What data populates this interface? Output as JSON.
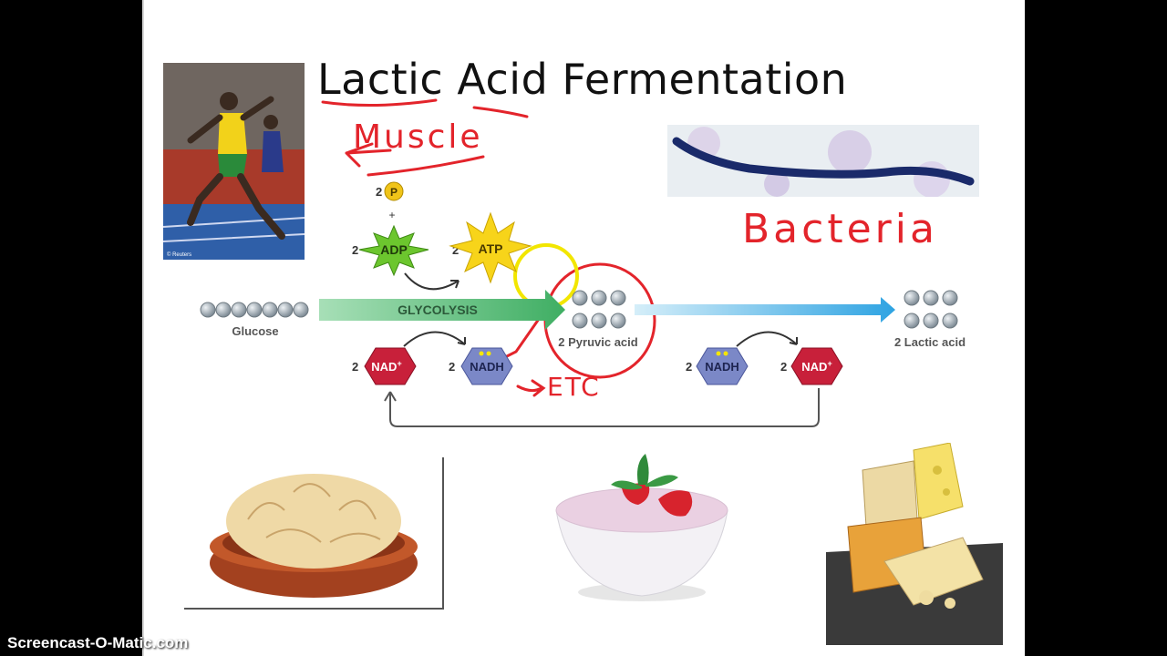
{
  "slide": {
    "title": "Lactic Acid Fermentation",
    "annotations": {
      "muscle": "Muscle",
      "bacteria": "Bacteria",
      "etc": "ETC"
    }
  },
  "diagram": {
    "glucose_label": "Glucose",
    "glycolysis_label": "GLYCOLYSIS",
    "pyruvic_label": "2 Pyruvic acid",
    "lactic_label": "2 Lactic acid",
    "phosphate": {
      "coef": "2",
      "symbol": "P",
      "plus": "+"
    },
    "adp": {
      "coef": "2",
      "label": "ADP"
    },
    "atp": {
      "coef": "2",
      "label": "ATP"
    },
    "nad_left": {
      "coef": "2",
      "label": "NAD",
      "sup": "+"
    },
    "nadh_left": {
      "coef": "2",
      "label": "NADH"
    },
    "nadh_right": {
      "coef": "2",
      "label": "NADH"
    },
    "nad_right": {
      "coef": "2",
      "label": "NAD",
      "sup": "+"
    }
  },
  "photos": {
    "sprinter_credit": "© Reuters"
  },
  "colors": {
    "ink": "#e3242b",
    "highlight": "#f2e600",
    "glycolysis": "#5fbf7e",
    "fermentation": "#4db3e6",
    "nad": "#c8203a",
    "nadh": "#7b88c7"
  },
  "watermark": "Screencast-O-Matic.com"
}
